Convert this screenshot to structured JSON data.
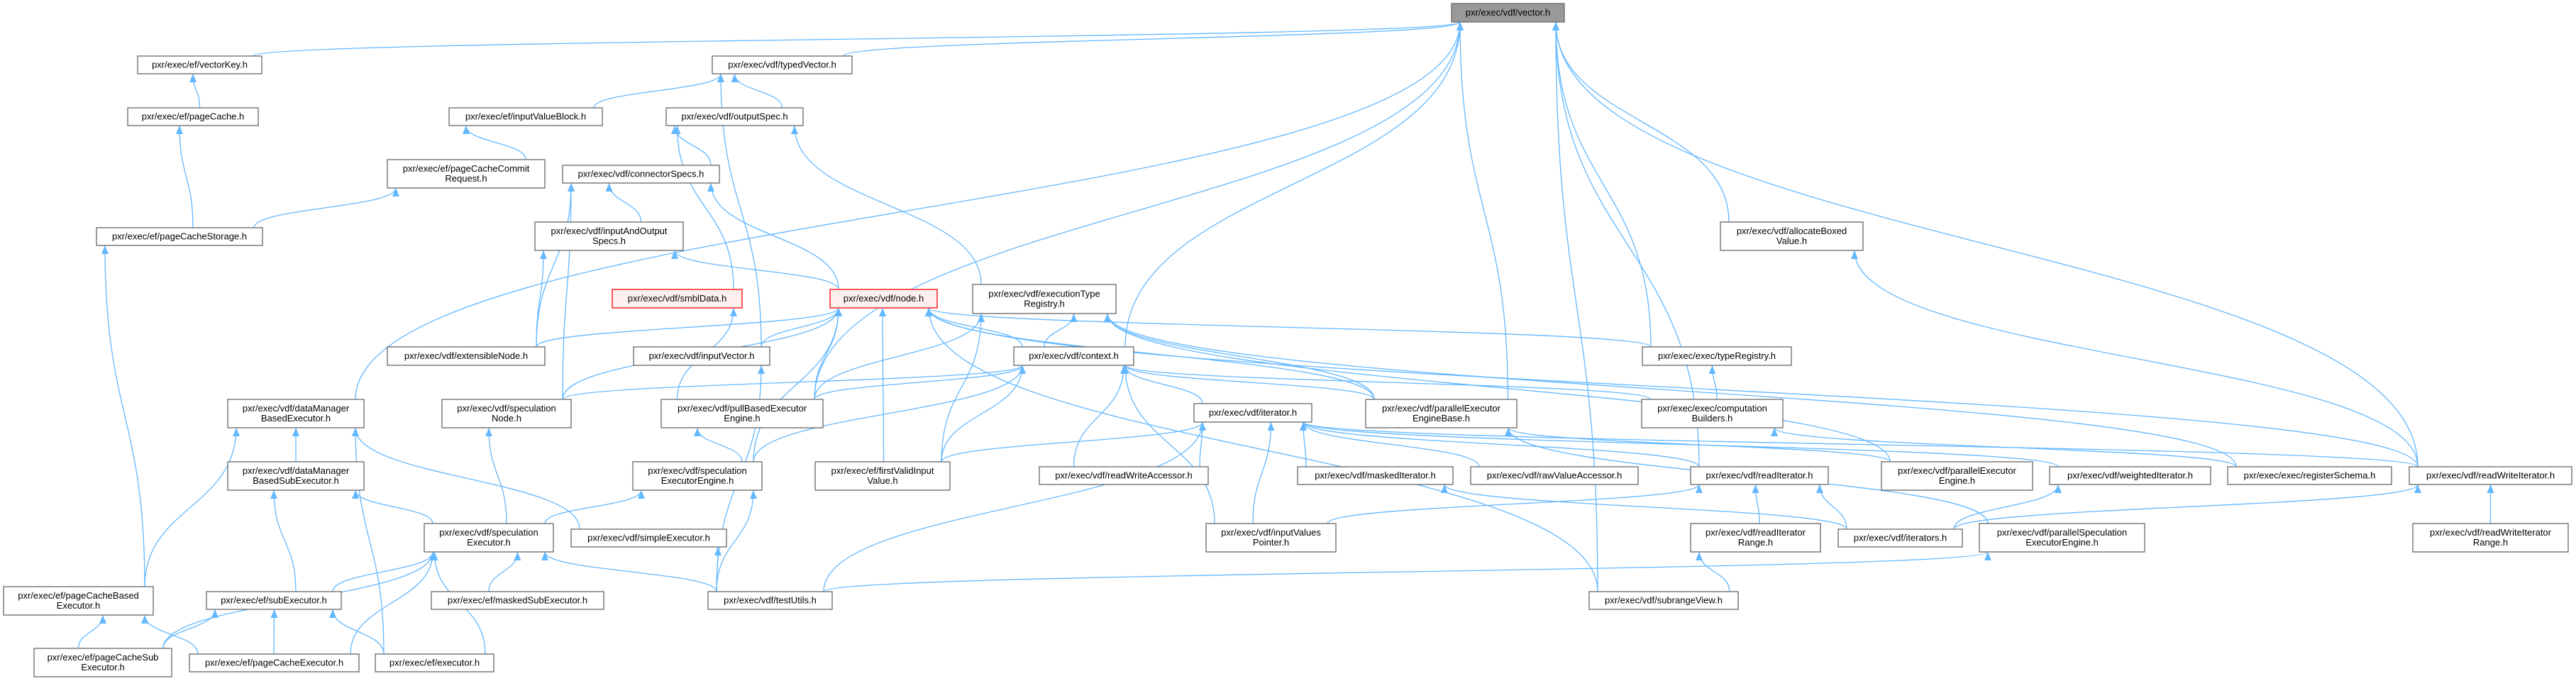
{
  "title": "pxr/exec/vdf/vector.h",
  "colors": {
    "edge": "#63b8ff",
    "root_fill": "#999999",
    "truncated_border": "#ff0000",
    "border": "#666666"
  },
  "nodes": [
    {
      "id": "vector",
      "lines": [
        "pxr/exec/vdf/vector.h"
      ],
      "style": "root"
    },
    {
      "id": "vectorKey",
      "lines": [
        "pxr/exec/ef/vectorKey.h"
      ],
      "style": "normal"
    },
    {
      "id": "typedVector",
      "lines": [
        "pxr/exec/vdf/typedVector.h"
      ],
      "style": "normal"
    },
    {
      "id": "pageCache",
      "lines": [
        "pxr/exec/ef/pageCache.h"
      ],
      "style": "normal"
    },
    {
      "id": "inputValueBlock",
      "lines": [
        "pxr/exec/ef/inputValueBlock.h"
      ],
      "style": "normal"
    },
    {
      "id": "outputSpec",
      "lines": [
        "pxr/exec/vdf/outputSpec.h"
      ],
      "style": "normal"
    },
    {
      "id": "pageCacheCommitRequest",
      "lines": [
        "pxr/exec/ef/pageCacheCommit",
        "Request.h"
      ],
      "style": "normal"
    },
    {
      "id": "connectorSpecs",
      "lines": [
        "pxr/exec/vdf/connectorSpecs.h"
      ],
      "style": "normal"
    },
    {
      "id": "pageCacheStorage",
      "lines": [
        "pxr/exec/ef/pageCacheStorage.h"
      ],
      "style": "normal"
    },
    {
      "id": "inputAndOutputSpecs",
      "lines": [
        "pxr/exec/vdf/inputAndOutput",
        "Specs.h"
      ],
      "style": "normal"
    },
    {
      "id": "allocateBoxedValue",
      "lines": [
        "pxr/exec/vdf/allocateBoxed",
        "Value.h"
      ],
      "style": "normal"
    },
    {
      "id": "smblData",
      "lines": [
        "pxr/exec/vdf/smblData.h"
      ],
      "style": "truncated"
    },
    {
      "id": "node",
      "lines": [
        "pxr/exec/vdf/node.h"
      ],
      "style": "truncated"
    },
    {
      "id": "executionTypeRegistry",
      "lines": [
        "pxr/exec/vdf/executionType",
        "Registry.h"
      ],
      "style": "normal"
    },
    {
      "id": "extensibleNode",
      "lines": [
        "pxr/exec/vdf/extensibleNode.h"
      ],
      "style": "normal"
    },
    {
      "id": "inputVector",
      "lines": [
        "pxr/exec/vdf/inputVector.h"
      ],
      "style": "normal"
    },
    {
      "id": "context",
      "lines": [
        "pxr/exec/vdf/context.h"
      ],
      "style": "normal"
    },
    {
      "id": "typeRegistry",
      "lines": [
        "pxr/exec/exec/typeRegistry.h"
      ],
      "style": "normal"
    },
    {
      "id": "dataManagerBasedExecutor",
      "lines": [
        "pxr/exec/vdf/dataManager",
        "BasedExecutor.h"
      ],
      "style": "normal"
    },
    {
      "id": "speculationNode",
      "lines": [
        "pxr/exec/vdf/speculation",
        "Node.h"
      ],
      "style": "normal"
    },
    {
      "id": "pullBasedExecutorEngine",
      "lines": [
        "pxr/exec/vdf/pullBasedExecutor",
        "Engine.h"
      ],
      "style": "normal"
    },
    {
      "id": "iterator",
      "lines": [
        "pxr/exec/vdf/iterator.h"
      ],
      "style": "normal"
    },
    {
      "id": "parallelExecutorEngineBase",
      "lines": [
        "pxr/exec/vdf/parallelExecutor",
        "EngineBase.h"
      ],
      "style": "normal"
    },
    {
      "id": "computationBuilders",
      "lines": [
        "pxr/exec/exec/computation",
        "Builders.h"
      ],
      "style": "normal"
    },
    {
      "id": "dataManagerBasedSubExecutor",
      "lines": [
        "pxr/exec/vdf/dataManager",
        "BasedSubExecutor.h"
      ],
      "style": "normal"
    },
    {
      "id": "speculationExecutorEngine",
      "lines": [
        "pxr/exec/vdf/speculation",
        "ExecutorEngine.h"
      ],
      "style": "normal"
    },
    {
      "id": "firstValidInputValue",
      "lines": [
        "pxr/exec/ef/firstValidInput",
        "Value.h"
      ],
      "style": "normal"
    },
    {
      "id": "parallelExecutorEngine",
      "lines": [
        "pxr/exec/vdf/parallelExecutor",
        "Engine.h"
      ],
      "style": "normal"
    },
    {
      "id": "readWriteAccessor",
      "lines": [
        "pxr/exec/vdf/readWriteAccessor.h"
      ],
      "style": "normal"
    },
    {
      "id": "maskedIterator",
      "lines": [
        "pxr/exec/vdf/maskedIterator.h"
      ],
      "style": "normal"
    },
    {
      "id": "rawValueAccessor",
      "lines": [
        "pxr/exec/vdf/rawValueAccessor.h"
      ],
      "style": "normal"
    },
    {
      "id": "readIterator",
      "lines": [
        "pxr/exec/vdf/readIterator.h"
      ],
      "style": "normal"
    },
    {
      "id": "weightedIterator",
      "lines": [
        "pxr/exec/vdf/weightedIterator.h"
      ],
      "style": "normal"
    },
    {
      "id": "registerSchema",
      "lines": [
        "pxr/exec/exec/registerSchema.h"
      ],
      "style": "normal"
    },
    {
      "id": "readWriteIterator",
      "lines": [
        "pxr/exec/vdf/readWriteIterator.h"
      ],
      "style": "normal"
    },
    {
      "id": "speculationExecutor",
      "lines": [
        "pxr/exec/vdf/speculation",
        "Executor.h"
      ],
      "style": "normal"
    },
    {
      "id": "inputValuesPointer",
      "lines": [
        "pxr/exec/vdf/inputValues",
        "Pointer.h"
      ],
      "style": "normal"
    },
    {
      "id": "readIteratorRange",
      "lines": [
        "pxr/exec/vdf/readIterator",
        "Range.h"
      ],
      "style": "normal"
    },
    {
      "id": "parallelSpeculationExecutorEngine",
      "lines": [
        "pxr/exec/vdf/parallelSpeculation",
        "ExecutorEngine.h"
      ],
      "style": "normal"
    },
    {
      "id": "readWriteIteratorRange",
      "lines": [
        "pxr/exec/vdf/readWriteIterator",
        "Range.h"
      ],
      "style": "normal"
    },
    {
      "id": "simpleExecutor",
      "lines": [
        "pxr/exec/vdf/simpleExecutor.h"
      ],
      "style": "normal"
    },
    {
      "id": "iterators",
      "lines": [
        "pxr/exec/vdf/iterators.h"
      ],
      "style": "normal"
    },
    {
      "id": "pageCacheBasedExecutor",
      "lines": [
        "pxr/exec/ef/pageCacheBased",
        "Executor.h"
      ],
      "style": "normal"
    },
    {
      "id": "subExecutor",
      "lines": [
        "pxr/exec/ef/subExecutor.h"
      ],
      "style": "normal"
    },
    {
      "id": "maskedSubExecutor",
      "lines": [
        "pxr/exec/ef/maskedSubExecutor.h"
      ],
      "style": "normal"
    },
    {
      "id": "testUtils",
      "lines": [
        "pxr/exec/vdf/testUtils.h"
      ],
      "style": "normal"
    },
    {
      "id": "subrangeView",
      "lines": [
        "pxr/exec/vdf/subrangeView.h"
      ],
      "style": "normal"
    },
    {
      "id": "pageCacheSubExecutor",
      "lines": [
        "pxr/exec/ef/pageCacheSub",
        "Executor.h"
      ],
      "style": "normal"
    },
    {
      "id": "pageCacheExecutor",
      "lines": [
        "pxr/exec/ef/pageCacheExecutor.h"
      ],
      "style": "normal"
    },
    {
      "id": "executor",
      "lines": [
        "pxr/exec/ef/executor.h"
      ],
      "style": "normal"
    }
  ],
  "edges": [
    [
      "vectorKey",
      "vector"
    ],
    [
      "typedVector",
      "vector"
    ],
    [
      "dataManagerBasedExecutor",
      "vector"
    ],
    [
      "pullBasedExecutorEngine",
      "vector"
    ],
    [
      "context",
      "vector"
    ],
    [
      "parallelExecutorEngineBase",
      "vector"
    ],
    [
      "subrangeView",
      "vector"
    ],
    [
      "readIterator",
      "vector"
    ],
    [
      "typeRegistry",
      "vector"
    ],
    [
      "allocateBoxedValue",
      "vector"
    ],
    [
      "readWriteIterator",
      "vector"
    ],
    [
      "pageCache",
      "vectorKey"
    ],
    [
      "pageCacheStorage",
      "pageCache"
    ],
    [
      "pageCacheStorage",
      "pageCacheCommitRequest"
    ],
    [
      "pageCacheCommitRequest",
      "inputValueBlock"
    ],
    [
      "inputValueBlock",
      "typedVector"
    ],
    [
      "outputSpec",
      "typedVector"
    ],
    [
      "inputVector",
      "typedVector"
    ],
    [
      "connectorSpecs",
      "outputSpec"
    ],
    [
      "smblData",
      "outputSpec"
    ],
    [
      "executionTypeRegistry",
      "outputSpec"
    ],
    [
      "inputAndOutputSpecs",
      "connectorSpecs"
    ],
    [
      "node",
      "connectorSpecs"
    ],
    [
      "node",
      "inputAndOutputSpecs"
    ],
    [
      "extensibleNode",
      "connectorSpecs"
    ],
    [
      "extensibleNode",
      "inputAndOutputSpecs"
    ],
    [
      "extensibleNode",
      "node"
    ],
    [
      "speculationNode",
      "connectorSpecs"
    ],
    [
      "speculationNode",
      "node"
    ],
    [
      "speculationNode",
      "context"
    ],
    [
      "pullBasedExecutorEngine",
      "smblData"
    ],
    [
      "pullBasedExecutorEngine",
      "node"
    ],
    [
      "pullBasedExecutorEngine",
      "executionTypeRegistry"
    ],
    [
      "pullBasedExecutorEngine",
      "context"
    ],
    [
      "inputVector",
      "node"
    ],
    [
      "context",
      "node"
    ],
    [
      "context",
      "executionTypeRegistry"
    ],
    [
      "firstValidInputValue",
      "node"
    ],
    [
      "firstValidInputValue",
      "context"
    ],
    [
      "firstValidInputValue",
      "executionTypeRegistry"
    ],
    [
      "firstValidInputValue",
      "iterator"
    ],
    [
      "speculationExecutorEngine",
      "node"
    ],
    [
      "speculationExecutorEngine",
      "pullBasedExecutorEngine"
    ],
    [
      "speculationExecutorEngine",
      "context"
    ],
    [
      "parallelExecutorEngineBase",
      "node"
    ],
    [
      "parallelExecutorEngineBase",
      "context"
    ],
    [
      "parallelExecutorEngineBase",
      "executionTypeRegistry"
    ],
    [
      "typeRegistry",
      "node"
    ],
    [
      "computationBuilders",
      "typeRegistry"
    ],
    [
      "computationBuilders",
      "context"
    ],
    [
      "iterator",
      "context"
    ],
    [
      "readWriteAccessor",
      "context"
    ],
    [
      "readWriteAccessor",
      "iterator"
    ],
    [
      "inputValuesPointer",
      "context"
    ],
    [
      "inputValuesPointer",
      "iterator"
    ],
    [
      "inputValuesPointer",
      "readIterator"
    ],
    [
      "maskedIterator",
      "iterator"
    ],
    [
      "rawValueAccessor",
      "iterator"
    ],
    [
      "readIterator",
      "iterator"
    ],
    [
      "weightedIterator",
      "iterator"
    ],
    [
      "readWriteIterator",
      "iterator"
    ],
    [
      "readWriteIterator",
      "node"
    ],
    [
      "readWriteIterator",
      "allocateBoxedValue"
    ],
    [
      "registerSchema",
      "executionTypeRegistry"
    ],
    [
      "registerSchema",
      "computationBuilders"
    ],
    [
      "parallelExecutorEngine",
      "parallelExecutorEngineBase"
    ],
    [
      "parallelExecutorEngine",
      "executionTypeRegistry"
    ],
    [
      "parallelSpeculationExecutorEngine",
      "parallelExecutorEngineBase"
    ],
    [
      "iterators",
      "maskedIterator"
    ],
    [
      "iterators",
      "readIterator"
    ],
    [
      "iterators",
      "weightedIterator"
    ],
    [
      "iterators",
      "readWriteIterator"
    ],
    [
      "readIteratorRange",
      "readIterator"
    ],
    [
      "readWriteIteratorRange",
      "readWriteIterator"
    ],
    [
      "subrangeView",
      "readIteratorRange"
    ],
    [
      "subrangeView",
      "node"
    ],
    [
      "dataManagerBasedSubExecutor",
      "dataManagerBasedExecutor"
    ],
    [
      "simpleExecutor",
      "dataManagerBasedExecutor"
    ],
    [
      "pageCacheBasedExecutor",
      "dataManagerBasedExecutor"
    ],
    [
      "pageCacheBasedExecutor",
      "pageCacheStorage"
    ],
    [
      "executor",
      "dataManagerBasedExecutor"
    ],
    [
      "speculationExecutor",
      "dataManagerBasedSubExecutor"
    ],
    [
      "speculationExecutor",
      "speculationNode"
    ],
    [
      "speculationExecutor",
      "speculationExecutorEngine"
    ],
    [
      "subExecutor",
      "dataManagerBasedSubExecutor"
    ],
    [
      "subExecutor",
      "speculationExecutor"
    ],
    [
      "maskedSubExecutor",
      "speculationExecutor"
    ],
    [
      "testUtils",
      "speculationExecutor"
    ],
    [
      "testUtils",
      "simpleExecutor"
    ],
    [
      "testUtils",
      "speculationExecutorEngine"
    ],
    [
      "testUtils",
      "inputVector"
    ],
    [
      "testUtils",
      "iterator"
    ],
    [
      "testUtils",
      "parallelSpeculationExecutorEngine"
    ],
    [
      "pageCacheSubExecutor",
      "pageCacheBasedExecutor"
    ],
    [
      "pageCacheSubExecutor",
      "subExecutor"
    ],
    [
      "pageCacheSubExecutor",
      "speculationExecutor"
    ],
    [
      "pageCacheExecutor",
      "pageCacheBasedExecutor"
    ],
    [
      "pageCacheExecutor",
      "subExecutor"
    ],
    [
      "pageCacheExecutor",
      "speculationExecutor"
    ],
    [
      "executor",
      "subExecutor"
    ],
    [
      "executor",
      "speculationExecutor"
    ]
  ]
}
